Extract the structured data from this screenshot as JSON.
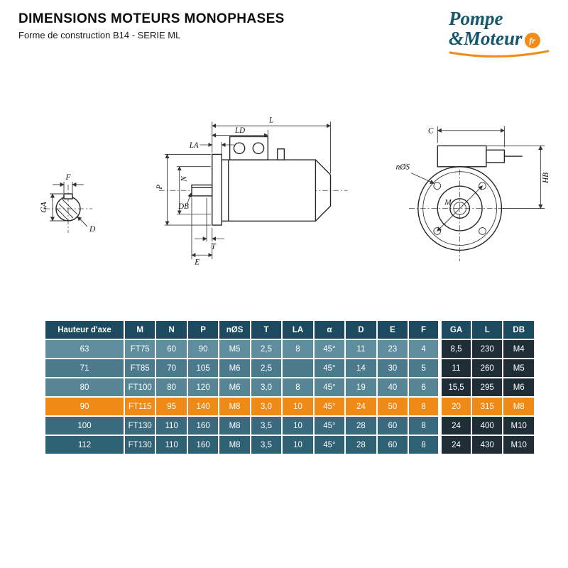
{
  "header": {
    "title": "DIMENSIONS MOTEURS MONOPHASES",
    "subtitle": "Forme de construction B14 - SERIE ML"
  },
  "logo": {
    "line1": "Pompe",
    "line2": "&Moteur",
    "badge": "fr"
  },
  "drawings": {
    "shaft": {
      "F": "F",
      "GA": "GA",
      "D": "D"
    },
    "side": {
      "L": "L",
      "LD": "LD",
      "LA": "LA",
      "P": "P",
      "N": "N",
      "DB": "DB",
      "T": "T",
      "E": "E"
    },
    "flange": {
      "C": "C",
      "nOS": "nØS",
      "M": "M",
      "HB": "HB"
    }
  },
  "table": {
    "columns": [
      "Hauteur d'axe",
      "M",
      "N",
      "P",
      "nØS",
      "T",
      "LA",
      "α",
      "D",
      "E",
      "F",
      "GA",
      "L",
      "DB"
    ],
    "rows": [
      {
        "highlight": false,
        "values": [
          "63",
          "FT75",
          "60",
          "90",
          "M5",
          "2,5",
          "8",
          "45°",
          "11",
          "23",
          "4",
          "8,5",
          "230",
          "M4"
        ]
      },
      {
        "highlight": false,
        "values": [
          "71",
          "FT85",
          "70",
          "105",
          "M6",
          "2,5",
          "",
          "45°",
          "14",
          "30",
          "5",
          "11",
          "260",
          "M5"
        ]
      },
      {
        "highlight": false,
        "values": [
          "80",
          "FT100",
          "80",
          "120",
          "M6",
          "3,0",
          "8",
          "45°",
          "19",
          "40",
          "6",
          "15,5",
          "295",
          "M6"
        ]
      },
      {
        "highlight": true,
        "values": [
          "90",
          "FT115",
          "95",
          "140",
          "M8",
          "3,0",
          "10",
          "45°",
          "24",
          "50",
          "8",
          "20",
          "315",
          "M8"
        ]
      },
      {
        "highlight": false,
        "values": [
          "100",
          "FT130",
          "110",
          "160",
          "M8",
          "3,5",
          "10",
          "45°",
          "28",
          "60",
          "8",
          "24",
          "400",
          "M10"
        ]
      },
      {
        "highlight": false,
        "values": [
          "112",
          "FT130",
          "110",
          "160",
          "M8",
          "3,5",
          "10",
          "45°",
          "28",
          "60",
          "8",
          "24",
          "430",
          "M10"
        ]
      }
    ],
    "colors": {
      "header_bg": "#1c4a5e",
      "row_bgs": [
        "#5e8d9d",
        "#4a7a8c",
        "#568595",
        "#f08a17",
        "#3a6a7e",
        "#2f6175"
      ],
      "dark_col_bg": "#1e2d36",
      "highlight_bg": "#f08a17",
      "accent": "#f28c17"
    }
  }
}
